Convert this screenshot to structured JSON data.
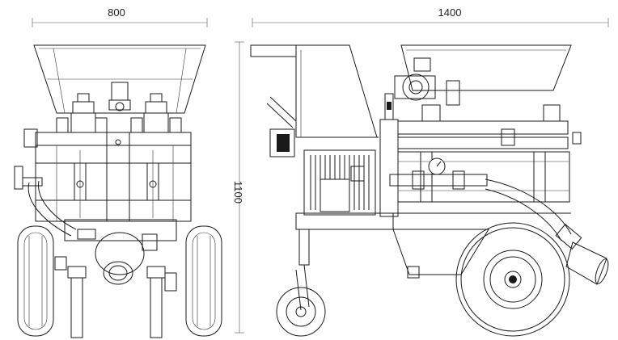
{
  "dimensions": {
    "width_front": "800",
    "width_side": "1400",
    "height": "1100"
  }
}
